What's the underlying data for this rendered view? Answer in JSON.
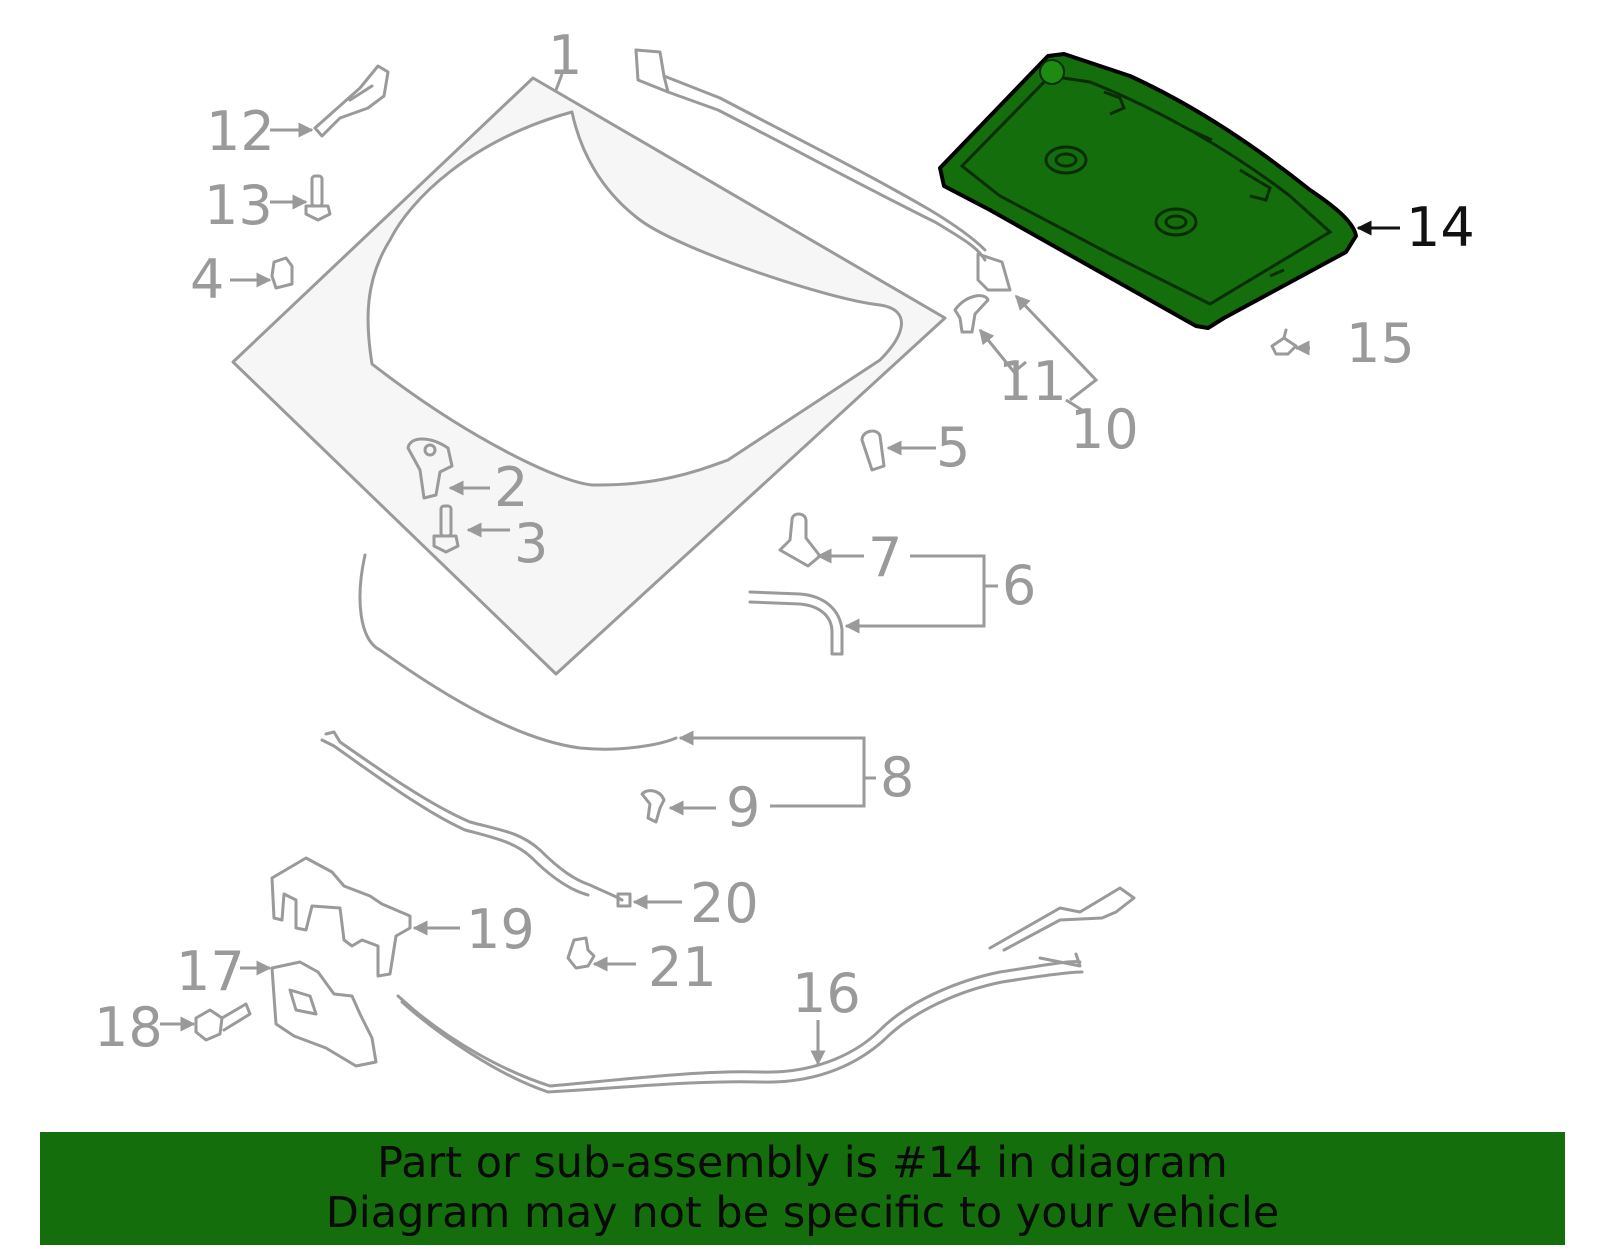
{
  "diagram": {
    "highlight_color": "#136e0b",
    "highlighted_part": "14",
    "callouts": {
      "c1": "1",
      "c2": "2",
      "c3": "3",
      "c4": "4",
      "c5": "5",
      "c6": "6",
      "c7": "7",
      "c8": "8",
      "c9": "9",
      "c10": "10",
      "c11": "11",
      "c12": "12",
      "c13": "13",
      "c14": "14",
      "c15": "15",
      "c16": "16",
      "c17": "17",
      "c18": "18",
      "c19": "19",
      "c20": "20",
      "c21": "21"
    }
  },
  "banner": {
    "line1": "Part or sub-assembly is #14 in diagram",
    "line2": "Diagram may not be specific to your vehicle",
    "background": "#136e0b"
  }
}
